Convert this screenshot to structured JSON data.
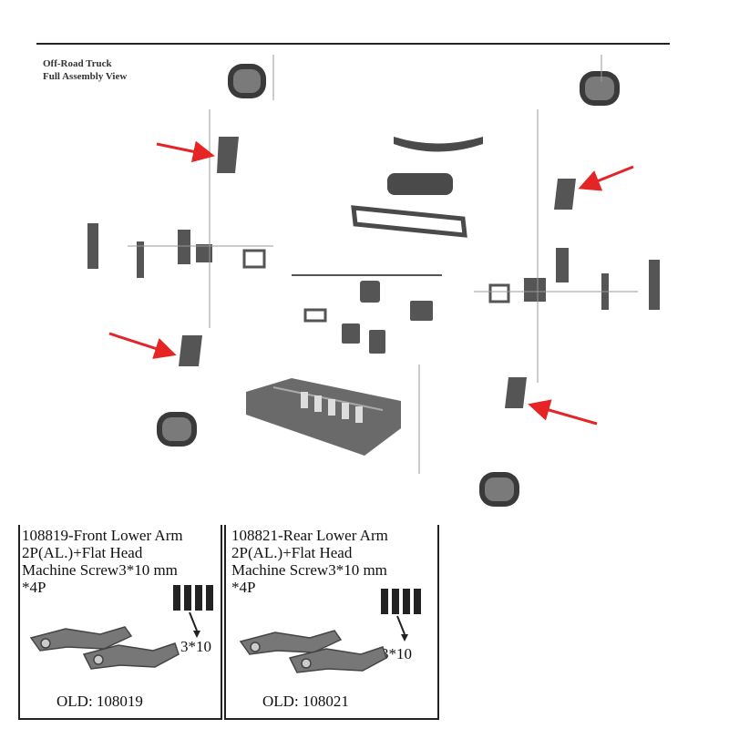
{
  "header": {
    "title_line1": "Off-Road Truck",
    "title_line2": "Full Assembly View"
  },
  "colors": {
    "arrow": "#e52525",
    "parts": "#555555",
    "line": "#222222"
  },
  "panels": [
    {
      "line1": "108819-Front Lower Arm",
      "line2": "2P(AL.)+Flat Head",
      "line3": "Machine Screw3*10 mm",
      "line4": "*4P",
      "screw_label": "3*10",
      "old": "OLD: 108019"
    },
    {
      "line1": "108821-Rear Lower Arm",
      "line2": "2P(AL.)+Flat Head",
      "line3": "Machine Screw3*10 mm",
      "line4": "*4P",
      "screw_label": "3*10",
      "old": "OLD: 108021"
    }
  ]
}
